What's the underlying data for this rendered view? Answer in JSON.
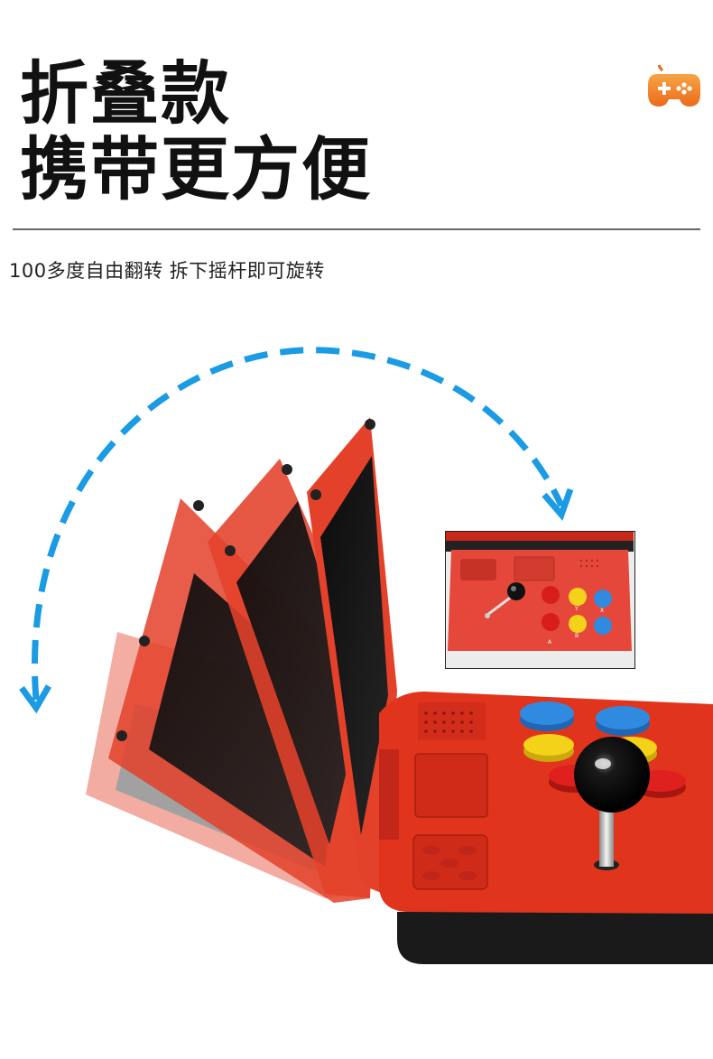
{
  "headline": {
    "line1": "折叠款",
    "line2": "携带更方便"
  },
  "subtitle": "100多度自由翻转 拆下摇杆即可旋转",
  "icons": {
    "badge": "gamepad-icon",
    "arrow": "curved-rotation-arrow-icon"
  },
  "colors": {
    "console_red": "#e1341c",
    "arrow_blue": "#1a9be3",
    "badge_orange": "#f38a2a",
    "button_blue": "#2f8ae0",
    "button_yellow": "#f4d21a",
    "button_red": "#e0201e"
  },
  "inset": {
    "button_labels": [
      "A",
      "B",
      "Y",
      "X"
    ]
  }
}
